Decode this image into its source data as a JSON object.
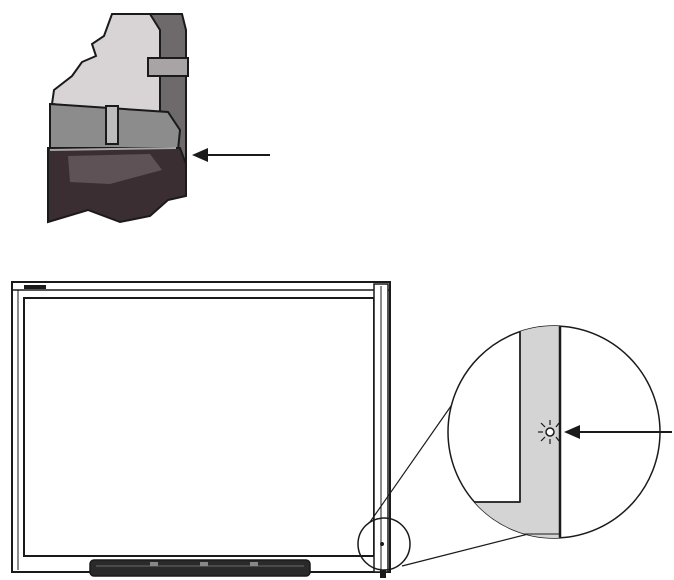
{
  "figure": {
    "kind": "technical-illustration",
    "views": [
      {
        "id": "detail-corner",
        "icon": "whiteboard-corner-closeup"
      },
      {
        "id": "whiteboard-overview",
        "icon": "interactive-whiteboard"
      },
      {
        "id": "magnified-inset",
        "icon": "magnifier-circle"
      }
    ],
    "callout_arrows": 2,
    "colors": {
      "line": "#1a1a1a",
      "frame_fill": "#ffffff",
      "shading_light": "#c8c8c8",
      "shading_mid": "#8c8c8c",
      "shading_dark": "#3a2e32",
      "inset_strip": "#d4d4d4"
    }
  }
}
